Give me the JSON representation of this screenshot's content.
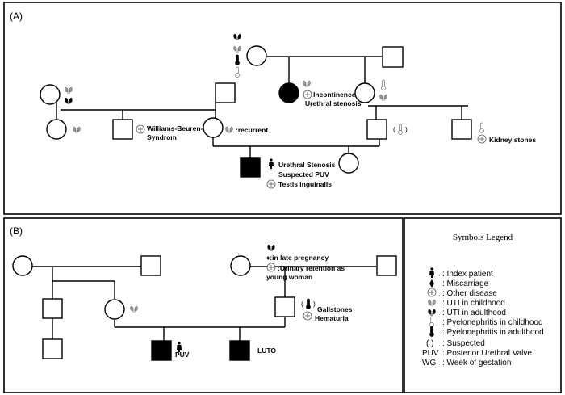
{
  "panels": {
    "a_label": "(A)",
    "b_label": "(B)"
  },
  "panel_a": {
    "incontinence": "Incontinence",
    "urethral_stenosis": "Urethral stenosis",
    "williams_1": "Williams-Beuren-",
    "williams_2": "Syndrom",
    "recurrent": ":recurrent",
    "suspected_paren_open": "(",
    "suspected_paren_close": ")",
    "kidney_stones": "Kidney stones",
    "index_1": "Urethral Stenosis",
    "index_2": "Suspected PUV",
    "index_3": "Testis inguinalis"
  },
  "panel_b": {
    "late_pregnancy": "♦:in late pregnancy",
    "urinary_1": ":Urinary retention as",
    "urinary_2": "young woman",
    "gallstones": "Gallstones",
    "hematuria": "Hematuria",
    "suspected_paren_open": "(",
    "suspected_paren_close": ")",
    "puv": "PUV",
    "luto": "LUTO"
  },
  "legend": {
    "title": "Symbols Legend",
    "items": [
      {
        "symbol": "index-patient-icon",
        "text": ": Index patient"
      },
      {
        "symbol": "miscarriage-icon",
        "text": ": Miscarriage"
      },
      {
        "symbol": "other-disease-icon",
        "text": ": Other disease"
      },
      {
        "symbol": "uti-childhood-icon",
        "text": ": UTI in childhood"
      },
      {
        "symbol": "uti-adulthood-icon",
        "text": ": UTI in adulthood"
      },
      {
        "symbol": "pyelonephritis-childhood-icon",
        "text": ": Pyelonephritis in childhood"
      },
      {
        "symbol": "pyelonephritis-adulthood-icon",
        "text": ": Pyelonephritis in adulthood"
      },
      {
        "symbol": "paren-open",
        "sym_text": "(    )",
        "text": ": Suspected"
      },
      {
        "symbol": "abbr",
        "sym_text": "PUV",
        "text": ": Posterior Urethral Valve"
      },
      {
        "symbol": "abbr",
        "sym_text": "WG",
        "text": ": Week of gestation"
      }
    ]
  },
  "colors": {
    "line": "#000000",
    "affected": "#000000",
    "icon_gray": "#999999"
  }
}
